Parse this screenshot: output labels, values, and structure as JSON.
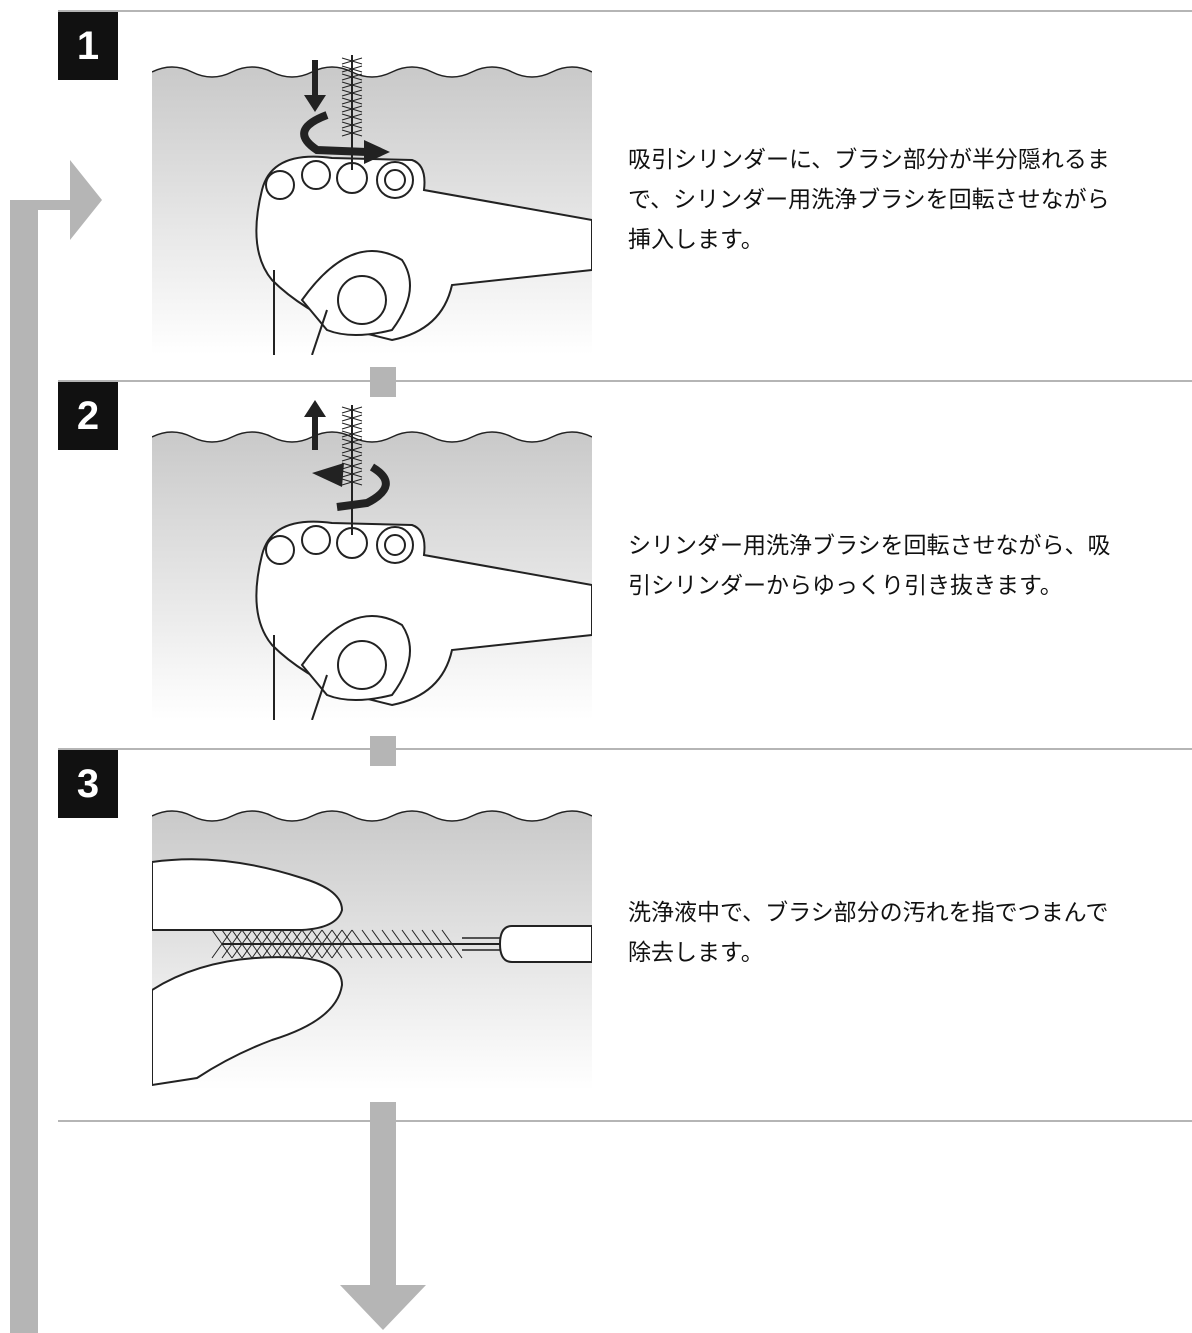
{
  "steps": [
    {
      "number": "1",
      "text_lines": [
        "吸引シリンダーに、ブラシ部分が半分隠れるま",
        "で、シリンダー用洗浄ブラシを回転させながら",
        "挿入します。"
      ]
    },
    {
      "number": "2",
      "text_lines": [
        "シリンダー用洗浄ブラシを回転させながら、吸",
        "引シリンダーからゆっくり引き抜きます。"
      ]
    },
    {
      "number": "3",
      "text_lines": [
        "洗浄液中で、ブラシ部分の汚れを指でつまんで",
        "除去します。"
      ]
    }
  ],
  "colors": {
    "badge": "#111111",
    "rule": "#b5b5b5",
    "flow_arrow": "#b5b5b5",
    "line_art": "#222222"
  }
}
